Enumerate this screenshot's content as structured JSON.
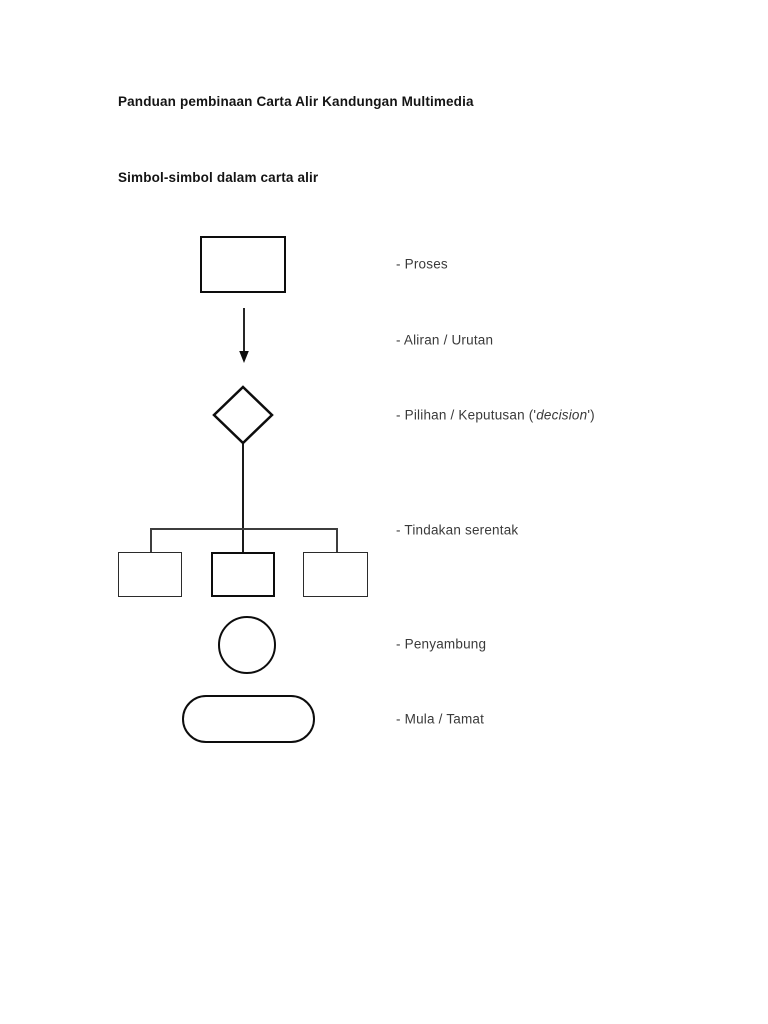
{
  "document": {
    "title": "Panduan pembinaan Carta Alir Kandungan Multimedia",
    "subtitle": "Simbol-simbol dalam carta alir"
  },
  "legend": {
    "items": [
      {
        "symbol": "rectangle",
        "label": "- Proses"
      },
      {
        "symbol": "arrow",
        "label": "- Aliran / Urutan"
      },
      {
        "symbol": "diamond",
        "label_prefix": "- Pilihan / Keputusan ('",
        "label_italic": "decision",
        "label_suffix": "')"
      },
      {
        "symbol": "fork-three-boxes",
        "label": "- Tindakan serentak"
      },
      {
        "symbol": "circle",
        "label": "- Penyambung"
      },
      {
        "symbol": "stadium",
        "label": "- Mula / Tamat"
      }
    ]
  },
  "colors": {
    "page_background": "#ffffff",
    "heading_text": "#141414",
    "label_text": "#3a3a3a",
    "shape_stroke": "#0d0d0d",
    "thin_stroke": "#3d3d3d"
  }
}
